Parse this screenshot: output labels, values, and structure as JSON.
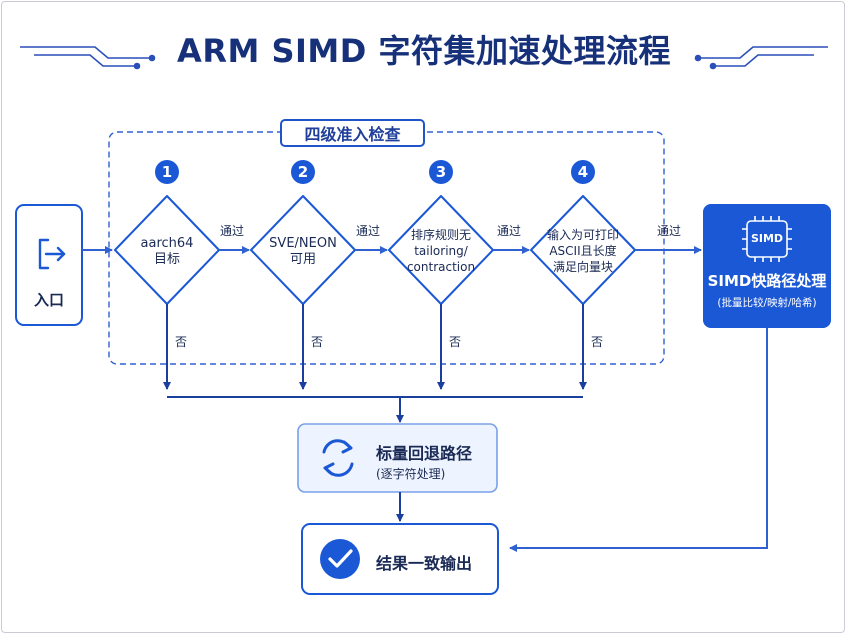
{
  "title": "ARM SIMD 字符集加速处理流程",
  "stage_group_label": "四级准入检查",
  "entry": {
    "label": "入口",
    "icon": "exit-arrow-icon"
  },
  "checks": [
    {
      "number": "1",
      "lines": [
        "aarch64",
        "目标"
      ]
    },
    {
      "number": "2",
      "lines": [
        "SVE/NEON",
        "可用"
      ]
    },
    {
      "number": "3",
      "lines": [
        "排序规则无",
        "tailoring/",
        "contraction"
      ]
    },
    {
      "number": "4",
      "lines": [
        "输入为可打印",
        "ASCII且长度",
        "满足向量块"
      ]
    }
  ],
  "edge_labels": {
    "pass": "通过",
    "fail": "否"
  },
  "simd_path": {
    "chip_label": "SIMD",
    "title": "SIMD快路径处理",
    "subtitle": "(批量比较/映射/哈希)",
    "icon": "chip-icon"
  },
  "fallback": {
    "title": "标量回退路径",
    "subtitle": "(逐字符处理)",
    "icon": "refresh-icon"
  },
  "result": {
    "title": "结果一致输出",
    "icon": "check-circle-icon"
  },
  "colors": {
    "primary": "#1b58d6",
    "dark_navy": "#16307a",
    "line_blue": "#2f62d0",
    "fallback_fill": "#eef4ff"
  }
}
